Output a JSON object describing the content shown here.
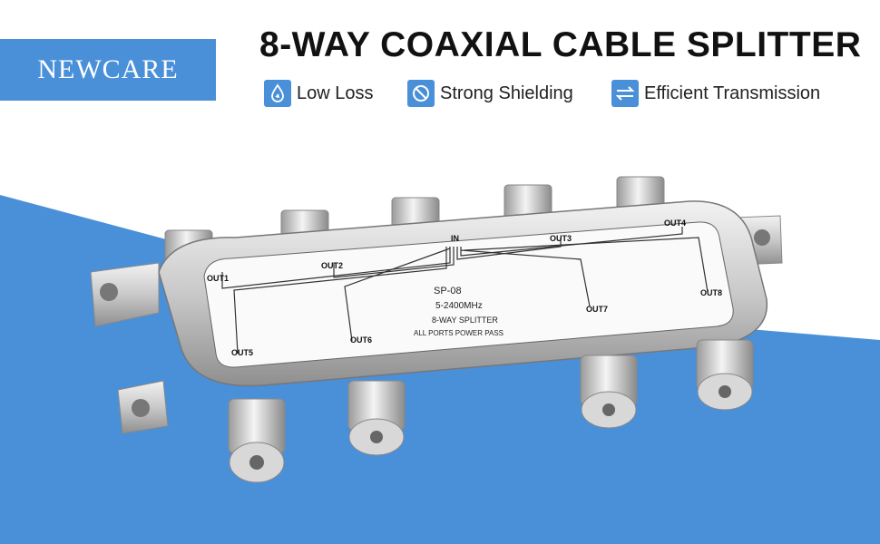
{
  "brand": {
    "name": "NEWCARE"
  },
  "header": {
    "title": "8-WAY COAXIAL CABLE SPLITTER"
  },
  "features": [
    {
      "icon": "water-drop-icon",
      "label": "Low Loss"
    },
    {
      "icon": "shield-block-icon",
      "label": "Strong Shielding"
    },
    {
      "icon": "transfer-arrows-icon",
      "label": "Efficient Transmission"
    }
  ],
  "colors": {
    "accent": "#4a90d9",
    "title": "#111111",
    "background": "#ffffff"
  },
  "product": {
    "model": "SP-08",
    "frequency": "5-2400MHz",
    "type": "8-WAY SPLITTER",
    "note": "ALL PORTS POWER PASS",
    "input_label": "IN",
    "ports": [
      "OUT1",
      "OUT2",
      "OUT3",
      "OUT4",
      "OUT5",
      "OUT6",
      "OUT7",
      "OUT8"
    ]
  }
}
